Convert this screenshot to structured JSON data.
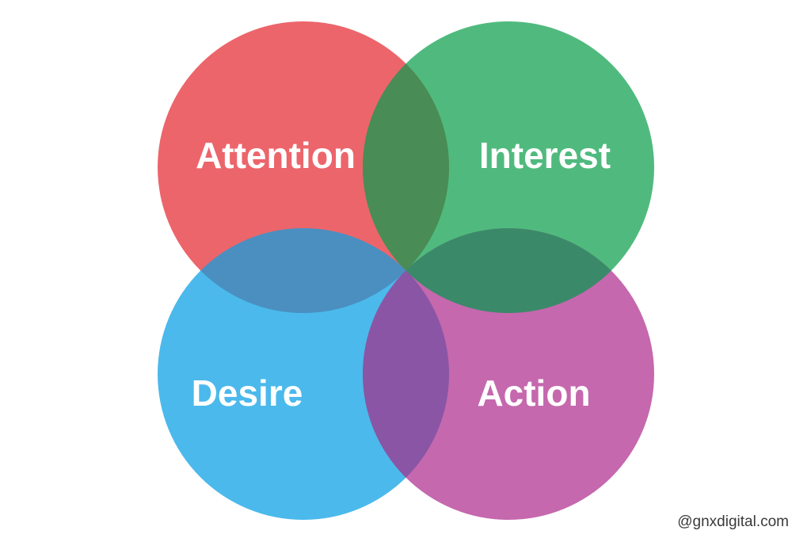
{
  "diagram": {
    "circles": [
      {
        "label": "Attention",
        "color": "#e8434a",
        "overlap_color": null
      },
      {
        "label": "Interest",
        "color": "#2aab62"
      },
      {
        "label": "Desire",
        "color": "#23a9e6"
      },
      {
        "label": "Action",
        "color": "#b8479c"
      }
    ],
    "overlap_colors": {
      "attention_interest": "#4a8c55",
      "attention_desire": "#4a8fc0",
      "interest_action": "#3a8a6a",
      "desire_action": "#8a55a5"
    },
    "credit": "@gnxdigital.com"
  }
}
